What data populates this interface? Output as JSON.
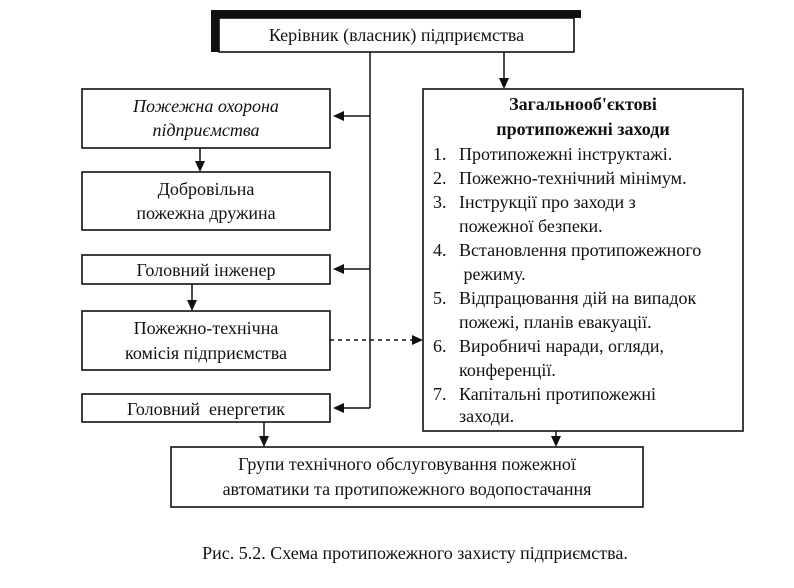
{
  "diagram": {
    "top_box": "Керівник (власник) підприємства",
    "left_boxes": [
      {
        "line1": "Пожежна охорона",
        "line2": "підприємства"
      },
      {
        "line1": "Добровільна",
        "line2": "пожежна дружина"
      },
      {
        "line1": "Головний інженер"
      },
      {
        "line1": "Пожежно-технічна",
        "line2": "комісія підприємства"
      },
      {
        "line1": "Головний  енергетик"
      }
    ],
    "measures": {
      "title_line1": "Загальнооб'єктові",
      "title_line2": "протипожежні заходи",
      "items": [
        {
          "num": "1.",
          "lines": [
            "Протипожежні інструктажі."
          ]
        },
        {
          "num": "2.",
          "lines": [
            "Пожежно-технічний мінімум."
          ]
        },
        {
          "num": "3.",
          "lines": [
            "Інструкції про заходи з",
            "пожежної безпеки."
          ]
        },
        {
          "num": "4.",
          "lines": [
            "Встановлення протипожежного",
            " режиму."
          ]
        },
        {
          "num": "5.",
          "lines": [
            "Відпрацювання дій на випадок",
            "пожежі, планів евакуації."
          ]
        },
        {
          "num": "6.",
          "lines": [
            "Виробничі наради, огляди,",
            "конференції."
          ]
        },
        {
          "num": "7.",
          "lines": [
            "Капітальні протипожежні",
            "заходи."
          ]
        }
      ]
    },
    "bottom_box": {
      "line1": "Групи технічного обслуговування пожежної",
      "line2": "автоматики та протипожежного водопостачання"
    }
  },
  "caption": "Рис. 5.2. Схема протипожежного захисту підприємства."
}
